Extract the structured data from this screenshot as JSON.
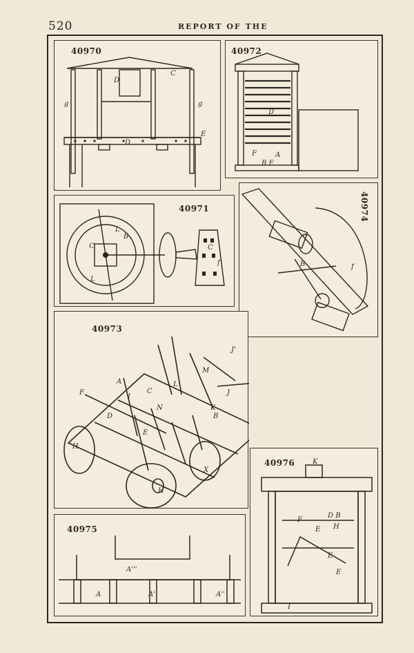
{
  "header": {
    "page_number": "520",
    "title": "REPORT OF THE"
  },
  "figures": {
    "f40970": {
      "number": "40970",
      "labels": {
        "D_top": "D",
        "C": "C",
        "g_left": "g",
        "g_right": "g",
        "E": "E",
        "D_bottom": "D"
      }
    },
    "f40972": {
      "number": "40972",
      "labels": {
        "D": "D",
        "F": "F",
        "A": "A",
        "BF": "B F"
      }
    },
    "f40971": {
      "number": "40971",
      "labels": {
        "L_top": "L",
        "B": "B",
        "C_left": "C",
        "L_bottom": "L",
        "C_right": "C",
        "f": "f"
      }
    },
    "f40974": {
      "number": "40974",
      "labels": {
        "B": "B",
        "f": "f"
      }
    },
    "f40973": {
      "number": "40973",
      "labels": {
        "J1": "J'",
        "J2": "J'",
        "M": "M",
        "A": "A",
        "I": "I",
        "L": "L",
        "J": "J",
        "F": "F",
        "C": "C",
        "N": "N",
        "K": "K",
        "B": "B",
        "D": "D",
        "H_left": "H",
        "H_wheel": "H",
        "X": "X",
        "E": "E"
      }
    },
    "f40975": {
      "number": "40975",
      "labels": {
        "A3": "A'''",
        "A": "A",
        "A1": "A'",
        "A2": "A''"
      }
    },
    "f40976": {
      "number": "40976",
      "labels": {
        "K": "K",
        "DB": "D B",
        "F": "F",
        "E1": "E",
        "H": "H",
        "E2": "E",
        "E3": "E",
        "I": "I"
      }
    }
  }
}
